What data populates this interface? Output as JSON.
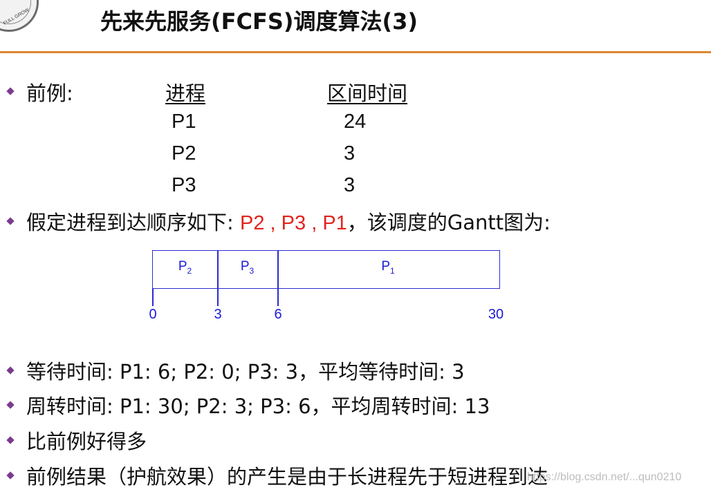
{
  "slide": {
    "title": "先来先服务(FCFS)调度算法(3)",
    "logo_text": "FULL GROW"
  },
  "example": {
    "label": "前例:",
    "col_process": "进程",
    "col_burst": "区间时间",
    "rows": [
      {
        "process": "P1",
        "burst": "24"
      },
      {
        "process": "P2",
        "burst": "3"
      },
      {
        "process": "P3",
        "burst": "3"
      }
    ]
  },
  "arrival": {
    "prefix": "假定进程到达顺序如下: ",
    "order_p2": "P2",
    "sep1": " , ",
    "order_p3": "P3",
    "sep2": " , ",
    "order_p1": "P1",
    "suffix": "，该调度的Gantt图为:"
  },
  "gantt": {
    "segments": [
      {
        "name": "P",
        "sub": "2",
        "start": 0,
        "end": 3
      },
      {
        "name": "P",
        "sub": "3",
        "start": 3,
        "end": 6
      },
      {
        "name": "P",
        "sub": "1",
        "start": 6,
        "end": 30
      }
    ],
    "ticks": [
      "0",
      "3",
      "6",
      "30"
    ]
  },
  "bullets": {
    "waiting": "等待时间: P1:  6;  P2: 0; P3: 3，平均等待时间: 3",
    "turnaround": "周转时间: P1: 30; P2: 3; P3: 6，平均周转时间: 13",
    "better": "比前例好得多",
    "cause": "前例结果（护航效果）的产生是由于长进程先于短进程到达"
  },
  "watermark": "https://blog.csdn.net/...qun0210",
  "colors": {
    "accent_rule": "#e0852c",
    "highlight_red": "#e1241d",
    "gantt_blue": "#1a1ad6",
    "bullet_purple": "#7a3b8f"
  }
}
